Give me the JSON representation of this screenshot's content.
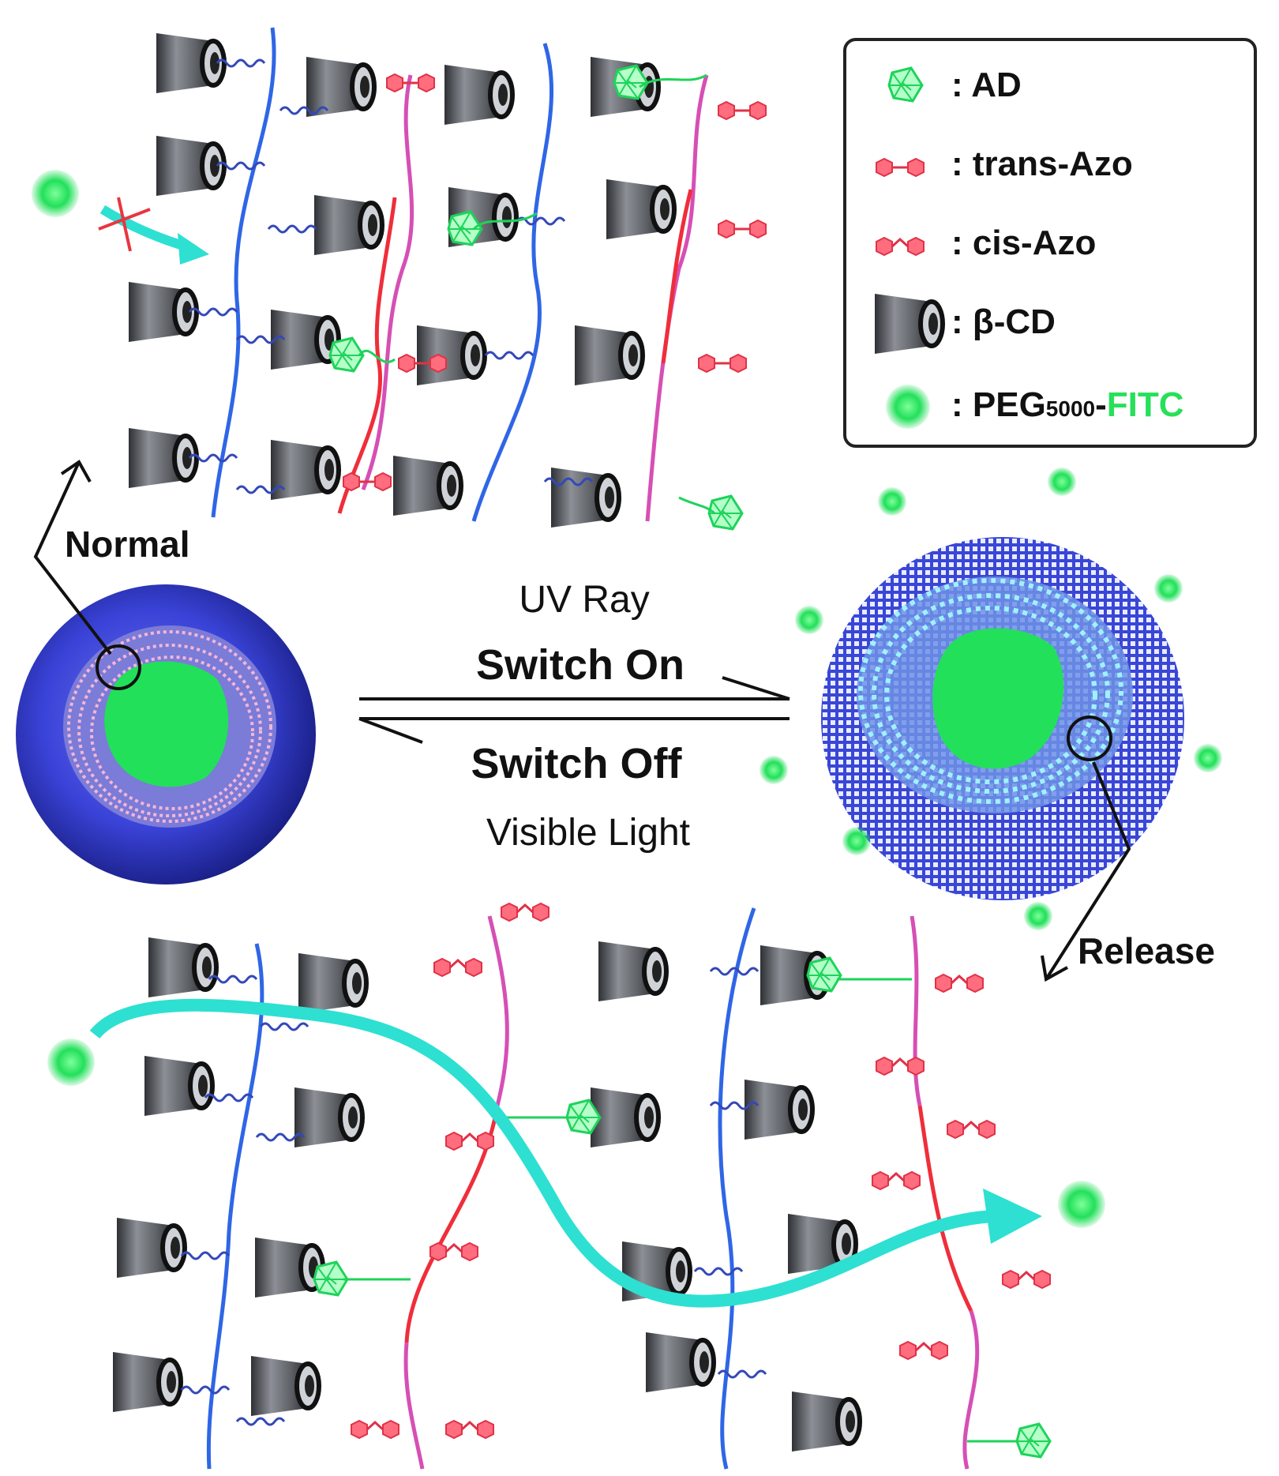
{
  "labels": {
    "normal": "Normal",
    "release": "Release",
    "uv_ray": "UV Ray",
    "switch_on": "Switch On",
    "switch_off": "Switch Off",
    "visible_light": "Visible Light"
  },
  "legend": {
    "items": [
      {
        "icon": "adamantane-icon",
        "text": ": AD"
      },
      {
        "icon": "trans-azo-icon",
        "text": ": trans-Azo"
      },
      {
        "icon": "cis-azo-icon",
        "text": ": cis-Azo"
      },
      {
        "icon": "beta-cyclodextrin-icon",
        "text": ": β-CD"
      }
    ],
    "peg_prefix": ": PEG",
    "peg_sub": "5000",
    "peg_dash": "-",
    "peg_fitc": "FITC"
  },
  "colors": {
    "blue_chain": "#2f66e6",
    "pink_chain": "#d64fb5",
    "red_chain": "#ef2e3a",
    "green": "#27e05a",
    "cyan_arrow": "#2de0d2",
    "cd_gray": "#5e6166",
    "azo_red": "#ff5b6e"
  }
}
